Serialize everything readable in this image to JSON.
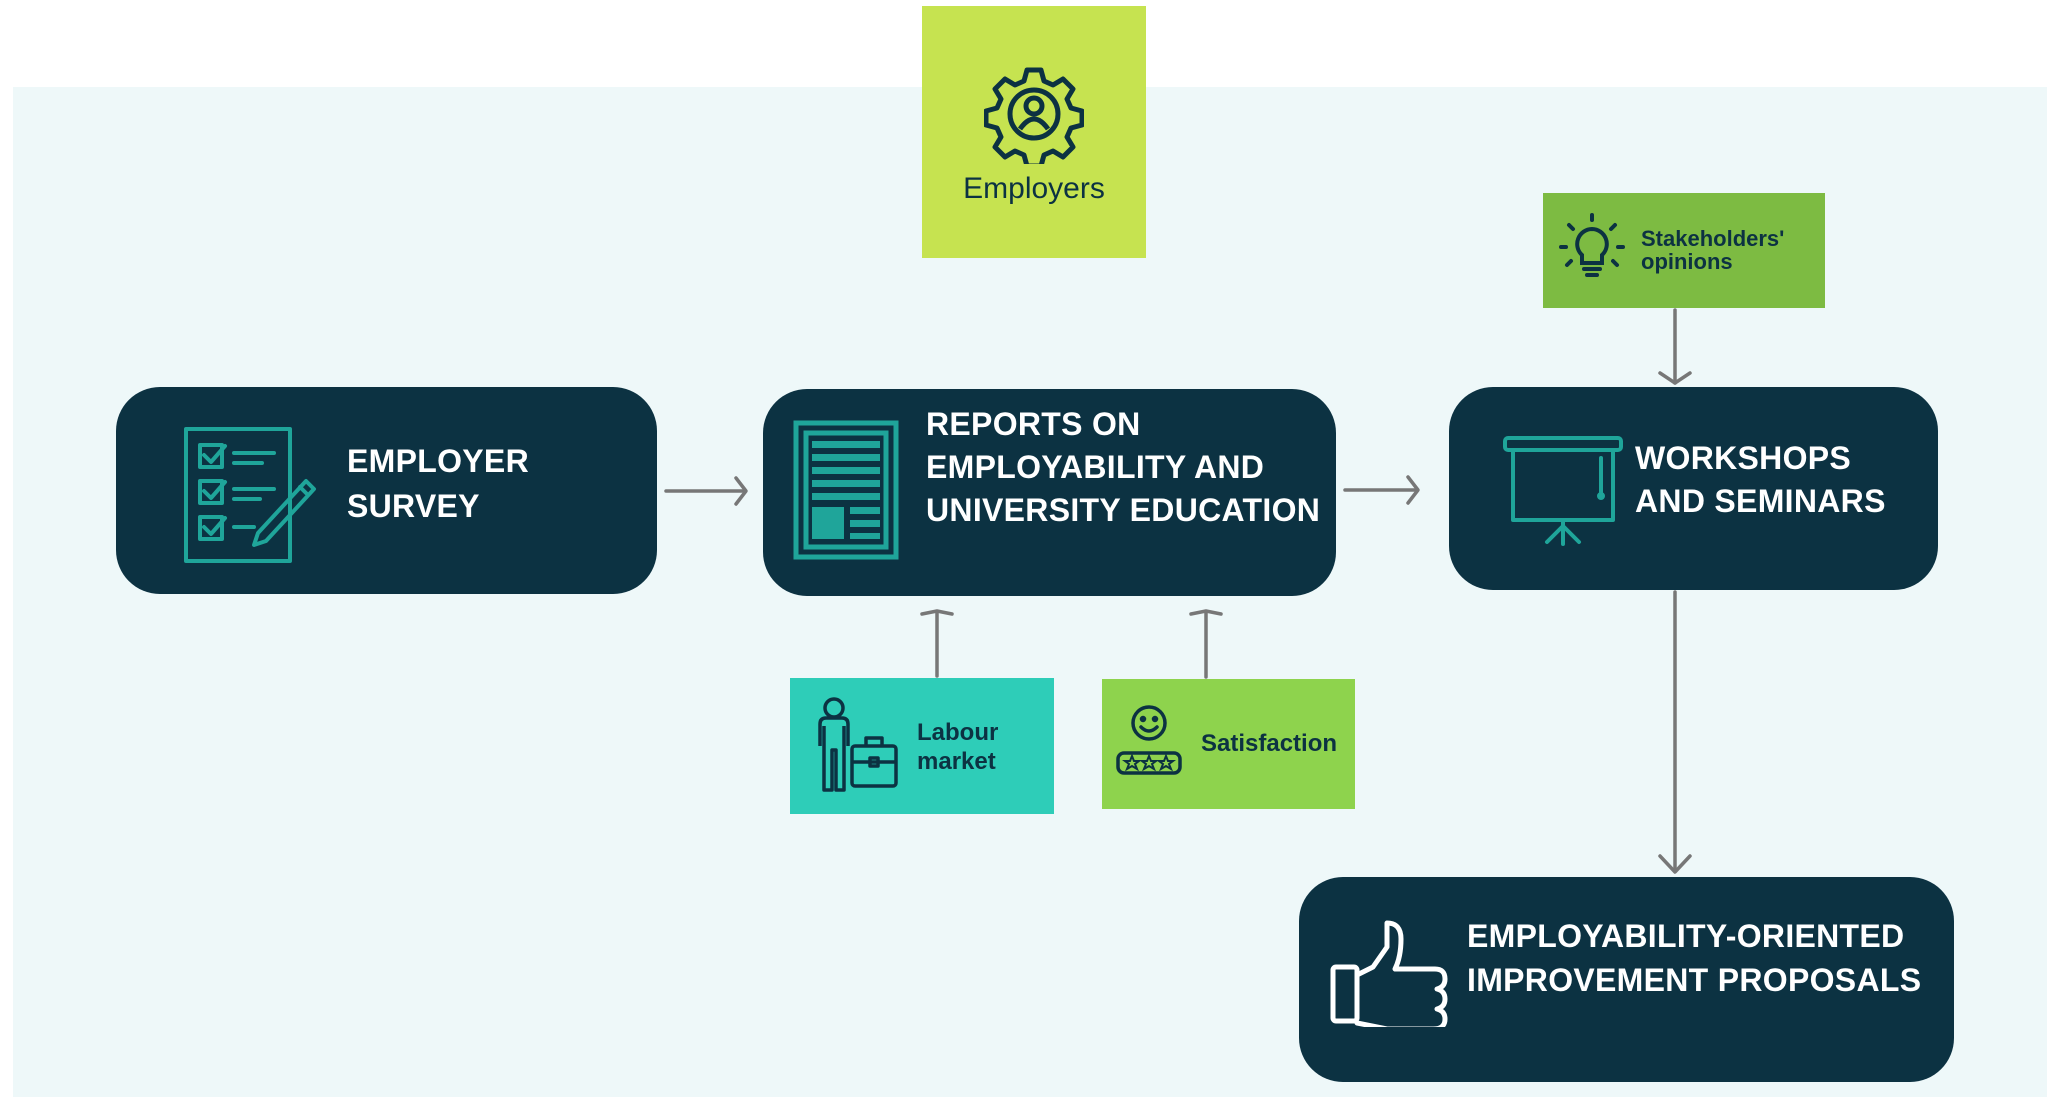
{
  "top_node": {
    "label": "Employers",
    "icon": "gear-person-icon",
    "color": "#c6e350"
  },
  "main_nodes": {
    "survey": {
      "label": "EMPLOYER SURVEY",
      "icon": "checklist-icon"
    },
    "reports": {
      "label": "REPORTS ON EMPLOYABILITY AND UNIVERSITY EDUCATION",
      "icon": "report-document-icon"
    },
    "workshops": {
      "label": "WORKSHOPS AND SEMINARS",
      "icon": "presentation-board-icon"
    },
    "proposals": {
      "label": "EMPLOYABILITY-ORIENTED IMPROVEMENT PROPOSALS",
      "icon": "thumbs-up-icon"
    }
  },
  "input_nodes": {
    "stakeholders": {
      "label": "Stakeholders' opinions",
      "icon": "lightbulb-icon",
      "color": "#7dbb42"
    },
    "labour_market": {
      "label": "Labour market",
      "icon": "worker-briefcase-icon",
      "color": "#2ecdb8"
    },
    "satisfaction": {
      "label": "Satisfaction",
      "icon": "smiley-rating-icon",
      "color": "#8ed34d"
    }
  },
  "colors": {
    "dark_box": "#0c3242",
    "icon_teal": "#1fa59a",
    "background_panel": "#eef8f9",
    "arrow": "#777777"
  }
}
